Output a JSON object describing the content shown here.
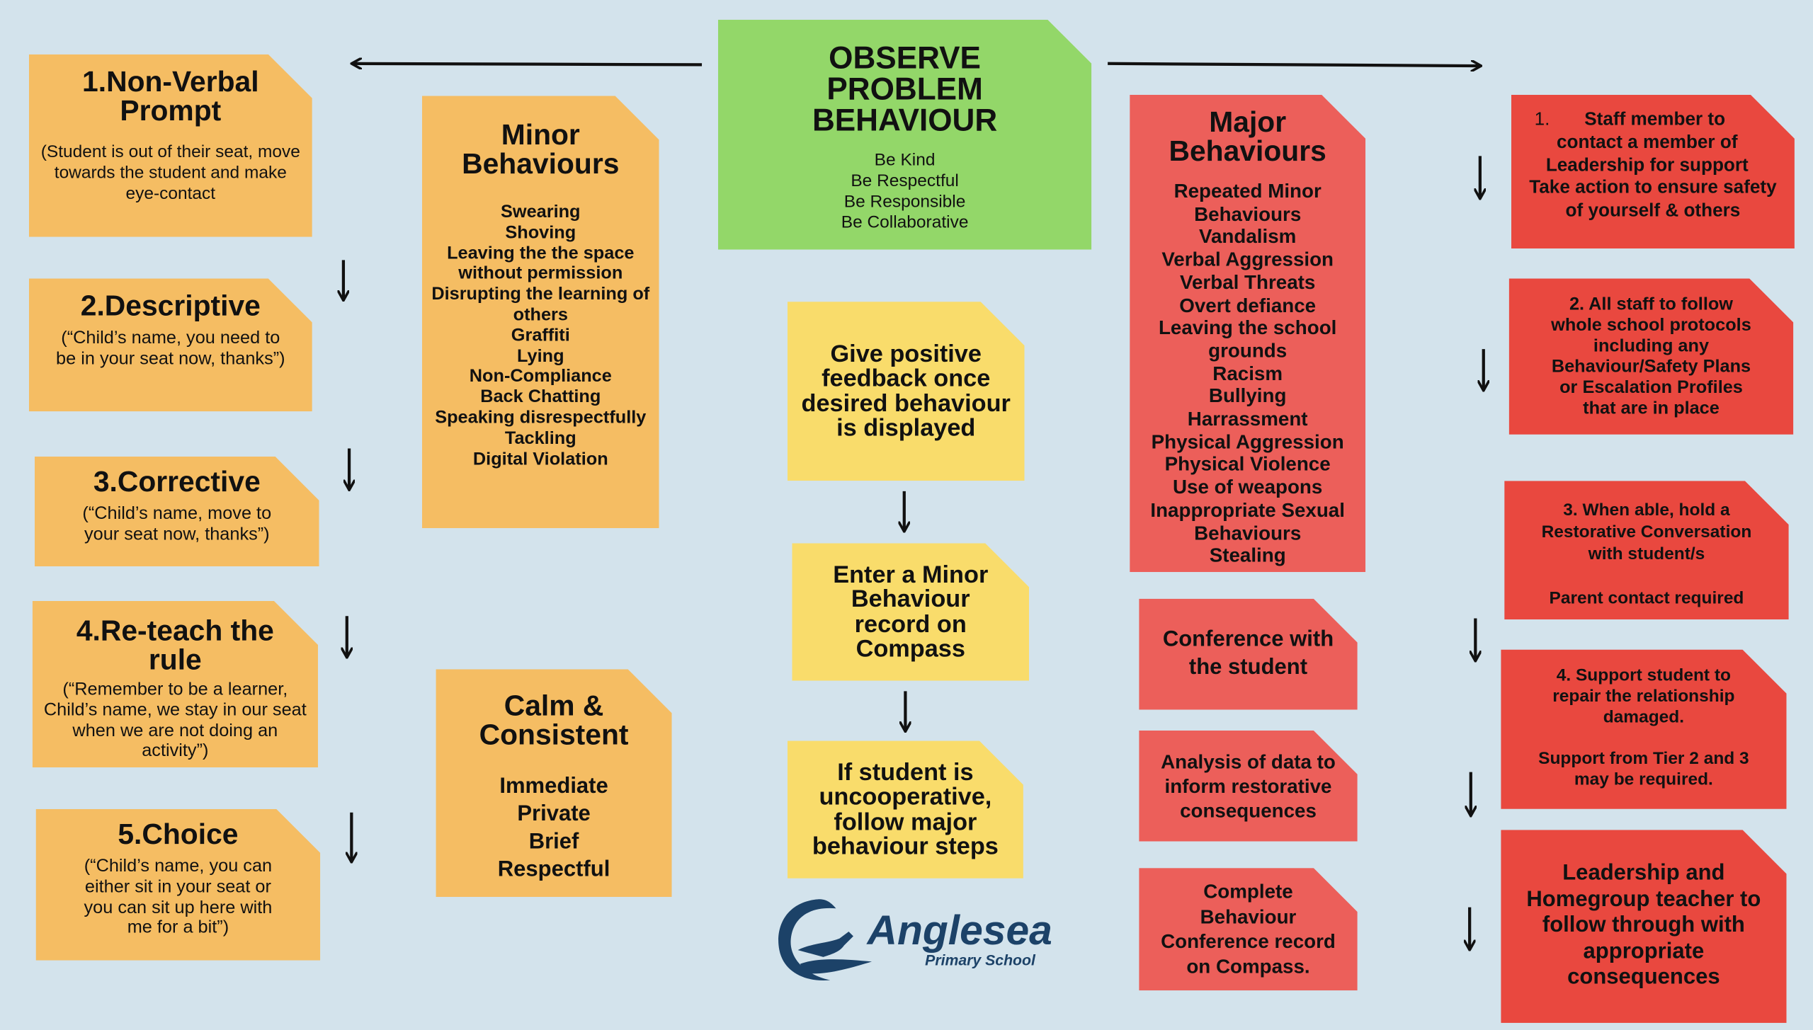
{
  "left_steps": [
    {
      "title": "1.Non-Verbal Prompt",
      "text": "(Student is out of their seat, move towards the student and make eye-contact"
    },
    {
      "title": "2.Descriptive",
      "text": "(“Child’s name, you need to be in your seat now, thanks”)"
    },
    {
      "title": "3.Corrective",
      "text": "(“Child’s name, move to your seat now, thanks”)"
    },
    {
      "title": "4.Re-teach the rule",
      "text": "(“Remember to be a learner, Child’s name, we stay in our seat when we are not doing an activity”)"
    },
    {
      "title": "5.Choice",
      "text": "(“Child’s name, you can either sit in your seat or you can sit up here with me for a bit”)"
    }
  ],
  "minor": {
    "title": "Minor Behaviours",
    "items": [
      "Swearing",
      "Shoving",
      "Leaving the the space without permission",
      "Disrupting the learning of others",
      "Graffiti",
      "Lying",
      "Non-Compliance",
      "Back Chatting",
      "Speaking disrespectfully",
      "Tackling",
      "Digital Violation"
    ]
  },
  "calm": {
    "title": "Calm & Consistent",
    "items": [
      "Immediate",
      "Private",
      "Brief",
      "Respectful"
    ]
  },
  "observe": {
    "title": "OBSERVE PROBLEM BEHAVIOUR",
    "values": [
      "Be Kind",
      "Be Respectful",
      "Be Responsible",
      "Be Collaborative"
    ]
  },
  "center_steps": [
    "Give positive feedback once desired behaviour is displayed",
    "Enter a Minor Behaviour record on Compass",
    "If student is uncooperative, follow major behaviour steps"
  ],
  "logo": {
    "name": "Anglesea",
    "subtitle": "Primary School",
    "color": "#1c4268"
  },
  "major": {
    "title": "Major Behaviours",
    "items": [
      "Repeated Minor Behaviours",
      "Vandalism",
      "Verbal Aggression",
      "Verbal Threats",
      "Overt defiance",
      "Leaving the school grounds",
      "Racism",
      "Bullying",
      "Harrassment",
      "Physical Aggression",
      "Physical Violence",
      "Use of weapons",
      "Inappropriate Sexual Behaviours",
      "Stealing"
    ]
  },
  "major_steps": [
    "Conference with the student",
    "Analysis of data to inform restorative consequences",
    "Complete Behaviour Conference record on Compass."
  ],
  "right_steps": [
    {
      "num": "1.",
      "text": "Staff member to contact a member of Leadership for support",
      "text2": "Take action to ensure safety of yourself & others"
    },
    {
      "text": "2.  All staff to follow whole school protocols including any Behaviour/Safety Plans or Escalation Profiles that are in place"
    },
    {
      "text": "3.  When able, hold a Restorative Conversation with student/s",
      "text2": "Parent contact required"
    },
    {
      "text": "4. Support student to repair the relationship damaged.",
      "text2": "Support from Tier 2 and 3 may be required."
    },
    {
      "text": "Leadership and Homegroup teacher to follow through with appropriate consequences"
    }
  ],
  "colors": {
    "background": "#d3e3ec",
    "orange": "#f5bd63",
    "green": "#93d769",
    "yellow": "#f9dc6b",
    "salmon": "#ec5f5a",
    "red": "#e9483f"
  }
}
